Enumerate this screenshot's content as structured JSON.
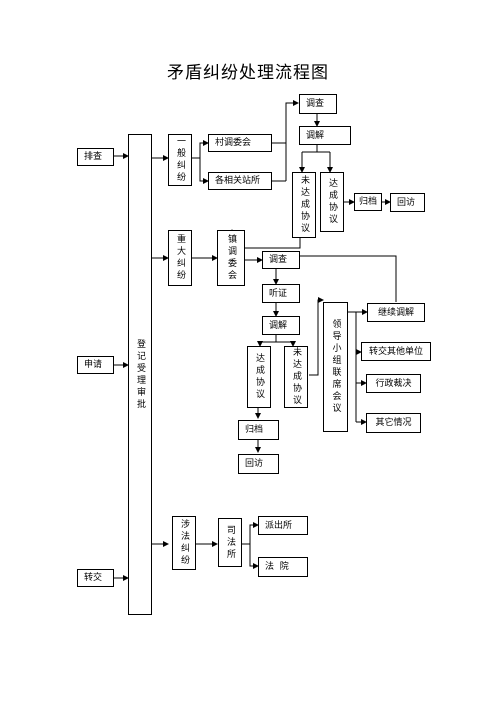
{
  "title": "矛盾纠纷处理流程图",
  "sources": {
    "paicha": "排查",
    "shenqing": "申请",
    "zhuanjiao": "转交"
  },
  "registry": "登记受理审批",
  "general": {
    "category": "一般纠纷",
    "village": "村调委会",
    "stations": "各相关站所",
    "investigate": "调查",
    "mediate": "调解",
    "not_reached": "未达成协议",
    "reached": "达成协议",
    "archive": "归档",
    "revisit": "回访"
  },
  "major": {
    "category": "重大纠纷",
    "town": "镇调委会",
    "investigate": "调查",
    "hearing": "听证",
    "mediate": "调解",
    "reached": "达成协议",
    "not_reached": "未达成协议",
    "leadership": "领导小组联席会议",
    "continue": "继续调解",
    "transfer_other": "转交其他单位",
    "admin_ruling": "行政裁决",
    "other": "其它情况",
    "archive": "归档",
    "revisit": "回访"
  },
  "legal": {
    "category": "涉法纠纷",
    "judicial": "司法所",
    "police": "派出所",
    "court": "法  院"
  }
}
